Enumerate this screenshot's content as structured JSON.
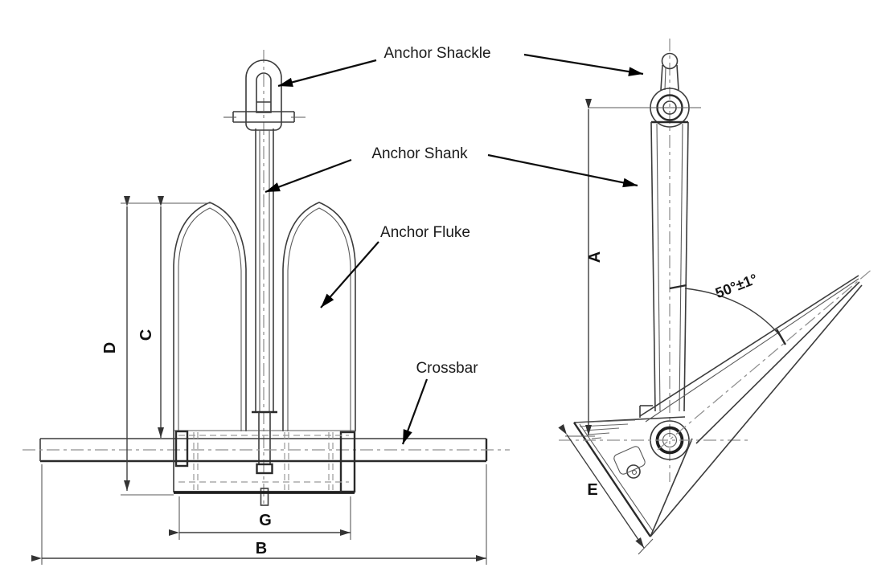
{
  "callouts": {
    "anchor_shackle": "Anchor Shackle",
    "anchor_shank": "Anchor Shank",
    "anchor_fluke": "Anchor Fluke",
    "crossbar": "Crossbar"
  },
  "dimension_labels": {
    "a": "A",
    "b": "B",
    "c": "C",
    "d": "D",
    "e": "E",
    "g": "G"
  },
  "angle_label": "50°±1°",
  "views": {
    "front_view": "anchor front elevation",
    "side_view": "anchor side elevation"
  },
  "colors": {
    "line": "#3c3c3c",
    "bold_line": "#1f1f1f",
    "centerline": "#8f8f8f",
    "hidden_line": "#9a9a9a",
    "text": "#1b1b1b",
    "background": "#ffffff"
  }
}
